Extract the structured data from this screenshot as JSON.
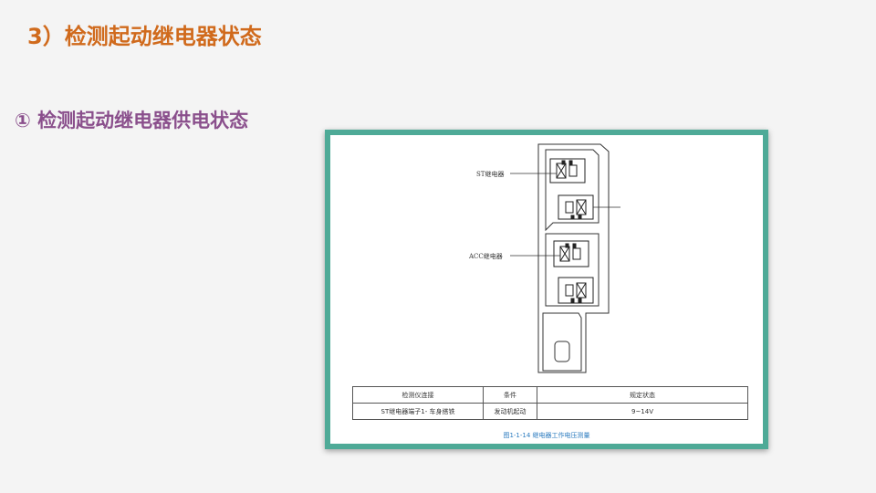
{
  "slide": {
    "title": "3）检测起动继电器状态",
    "subtitle": "① 检测起动继电器供电状态"
  },
  "figure": {
    "callouts": {
      "st_relay": "ST继电器",
      "acc_relay": "ACC继电器"
    },
    "table": {
      "headers": [
        "检测仪连接",
        "条件",
        "规定状态"
      ],
      "rows": [
        [
          "ST继电器端子1- 车身搭铁",
          "发动机起动",
          "9~14V"
        ]
      ]
    },
    "caption": "图1-1-14    继电器工作电压测量"
  },
  "colors": {
    "title": "#d06a1c",
    "subtitle": "#8a4f8c",
    "frame": "#4eaa97",
    "caption": "#2b7bbf"
  }
}
